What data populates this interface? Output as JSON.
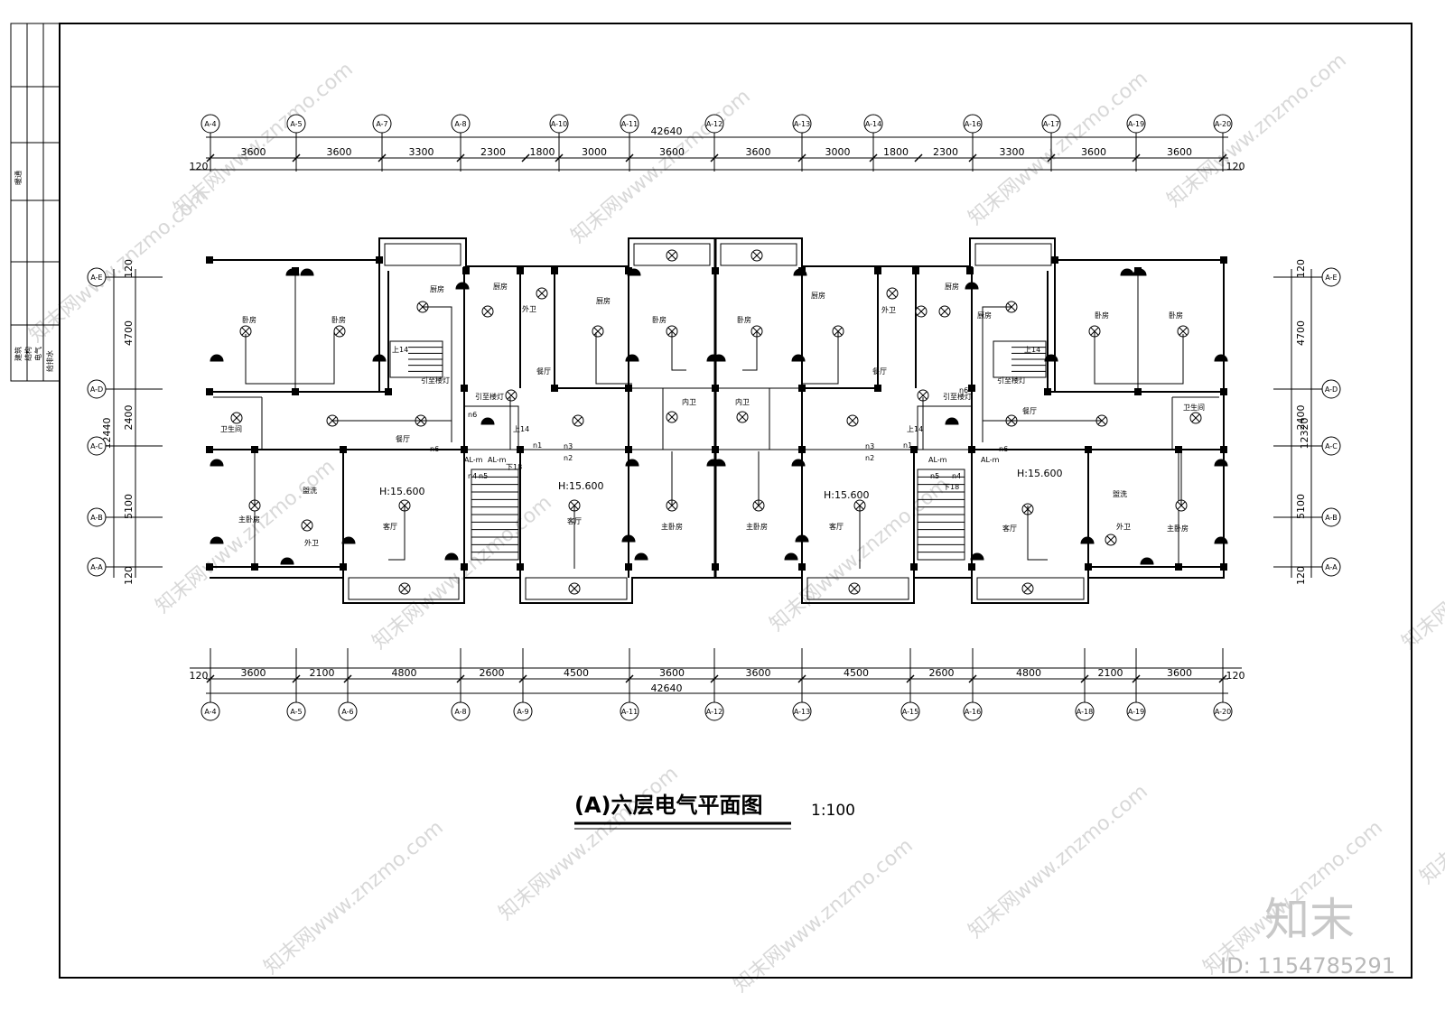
{
  "title_block": {
    "left_label": "暖通",
    "rows": [
      "建筑",
      "结构",
      "电气",
      "给排水"
    ]
  },
  "drawing": {
    "title": "(A)六层电气平面图",
    "scale": "1:100"
  },
  "dimensions": {
    "top_total": "42640",
    "top_offset_left": "120",
    "top_offset_right": "120",
    "top_segments": [
      "3600",
      "3600",
      "3300",
      "2300",
      "1800",
      "3000",
      "3600",
      "3600",
      "3000",
      "1800",
      "2300",
      "3300",
      "3600",
      "3600"
    ],
    "bottom_total": "42640",
    "bottom_offset_left": "120",
    "bottom_offset_right": "120",
    "bottom_segments": [
      "3600",
      "2100",
      "4800",
      "2600",
      "4500",
      "3600",
      "3600",
      "4500",
      "2600",
      "4800",
      "2100",
      "3600"
    ],
    "left_total": "12440",
    "left_segments": [
      "120",
      "4700",
      "2400",
      "5100",
      "120"
    ],
    "right_total": "12320",
    "right_segments": [
      "120",
      "4700",
      "2400",
      "5100",
      "120"
    ]
  },
  "axes": {
    "top": [
      "A-4",
      "A-5",
      "A-7",
      "A-8",
      "A-10",
      "A-11",
      "A-12",
      "A-13",
      "A-14",
      "A-16",
      "A-17",
      "A-19",
      "A-20"
    ],
    "bottom": [
      "A-4",
      "A-5",
      "A-6",
      "A-8",
      "A-9",
      "A-11",
      "A-12",
      "A-13",
      "A-15",
      "A-16",
      "A-18",
      "A-19",
      "A-20"
    ],
    "left": [
      "A-E",
      "A-D",
      "A-C",
      "A-B",
      "A-A"
    ],
    "right": [
      "A-E",
      "A-D",
      "A-C",
      "A-B",
      "A-A"
    ]
  },
  "rooms": {
    "bedroom": "卧房",
    "master_bedroom": "主卧房",
    "kitchen": "厨房",
    "dining": "餐厅",
    "living": "客厅",
    "bathroom": "卫生间",
    "wash": "盥洗",
    "outer_wc": "外卫",
    "inner_wc": "内卫",
    "corridor_light": "引至楼灯"
  },
  "labels": {
    "elevation": "H:15.600",
    "panel": "AL-m",
    "up14": "上14",
    "down18": "下18",
    "n1": "n1",
    "n2": "n2",
    "n3": "n3",
    "n4": "n4",
    "n5": "n5",
    "n6": "n6"
  },
  "watermark": {
    "brand": "知末",
    "id_text": "ID: 1154785291",
    "site": "知末网www.znzmo.com"
  }
}
